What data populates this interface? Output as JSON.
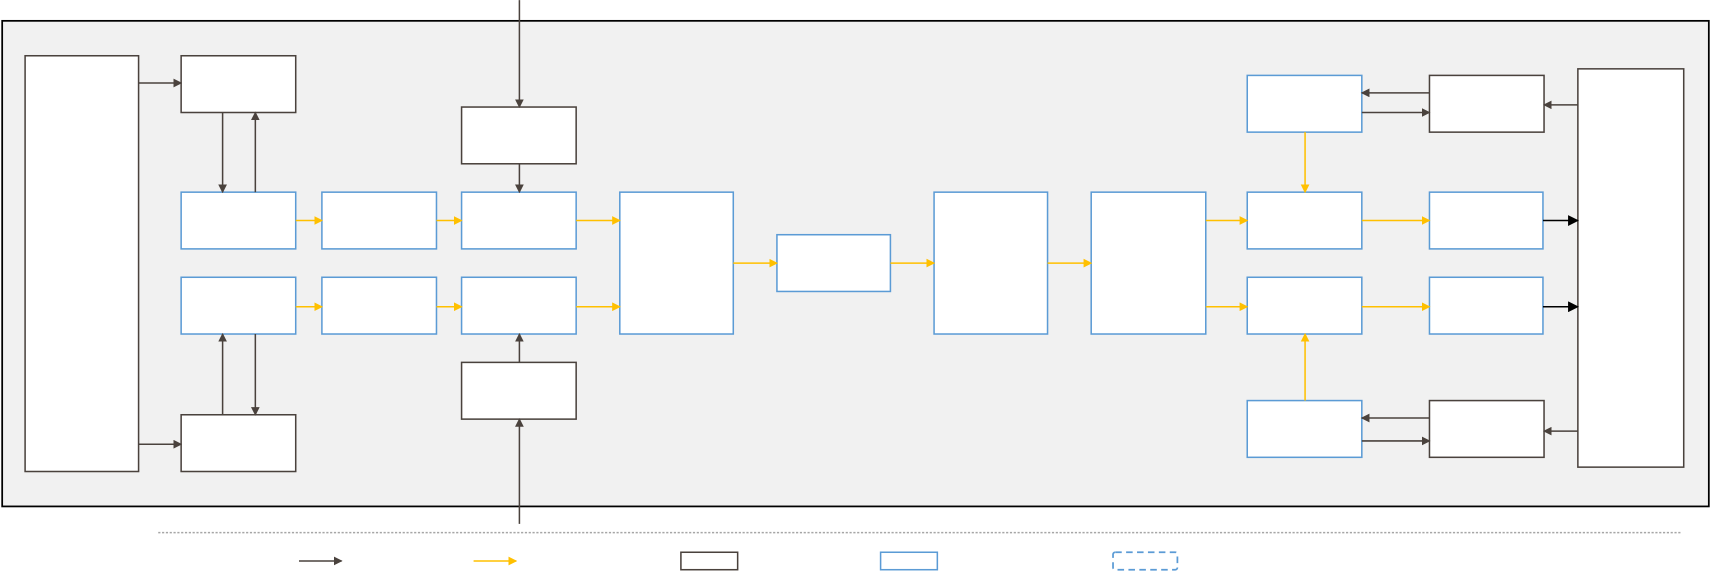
{
  "diagram": {
    "colors": {
      "frame_fill": "#f1f1f1",
      "dark_box_and_arrow": "#4a423d",
      "blue_box": "#5b9bd5",
      "yellow_arrow": "#ffc000",
      "separator": "#a6a6a6"
    },
    "legend": {
      "items": [
        "dark-arrow",
        "yellow-arrow",
        "dark-box",
        "blue-box",
        "dashed-blue-box"
      ]
    }
  }
}
